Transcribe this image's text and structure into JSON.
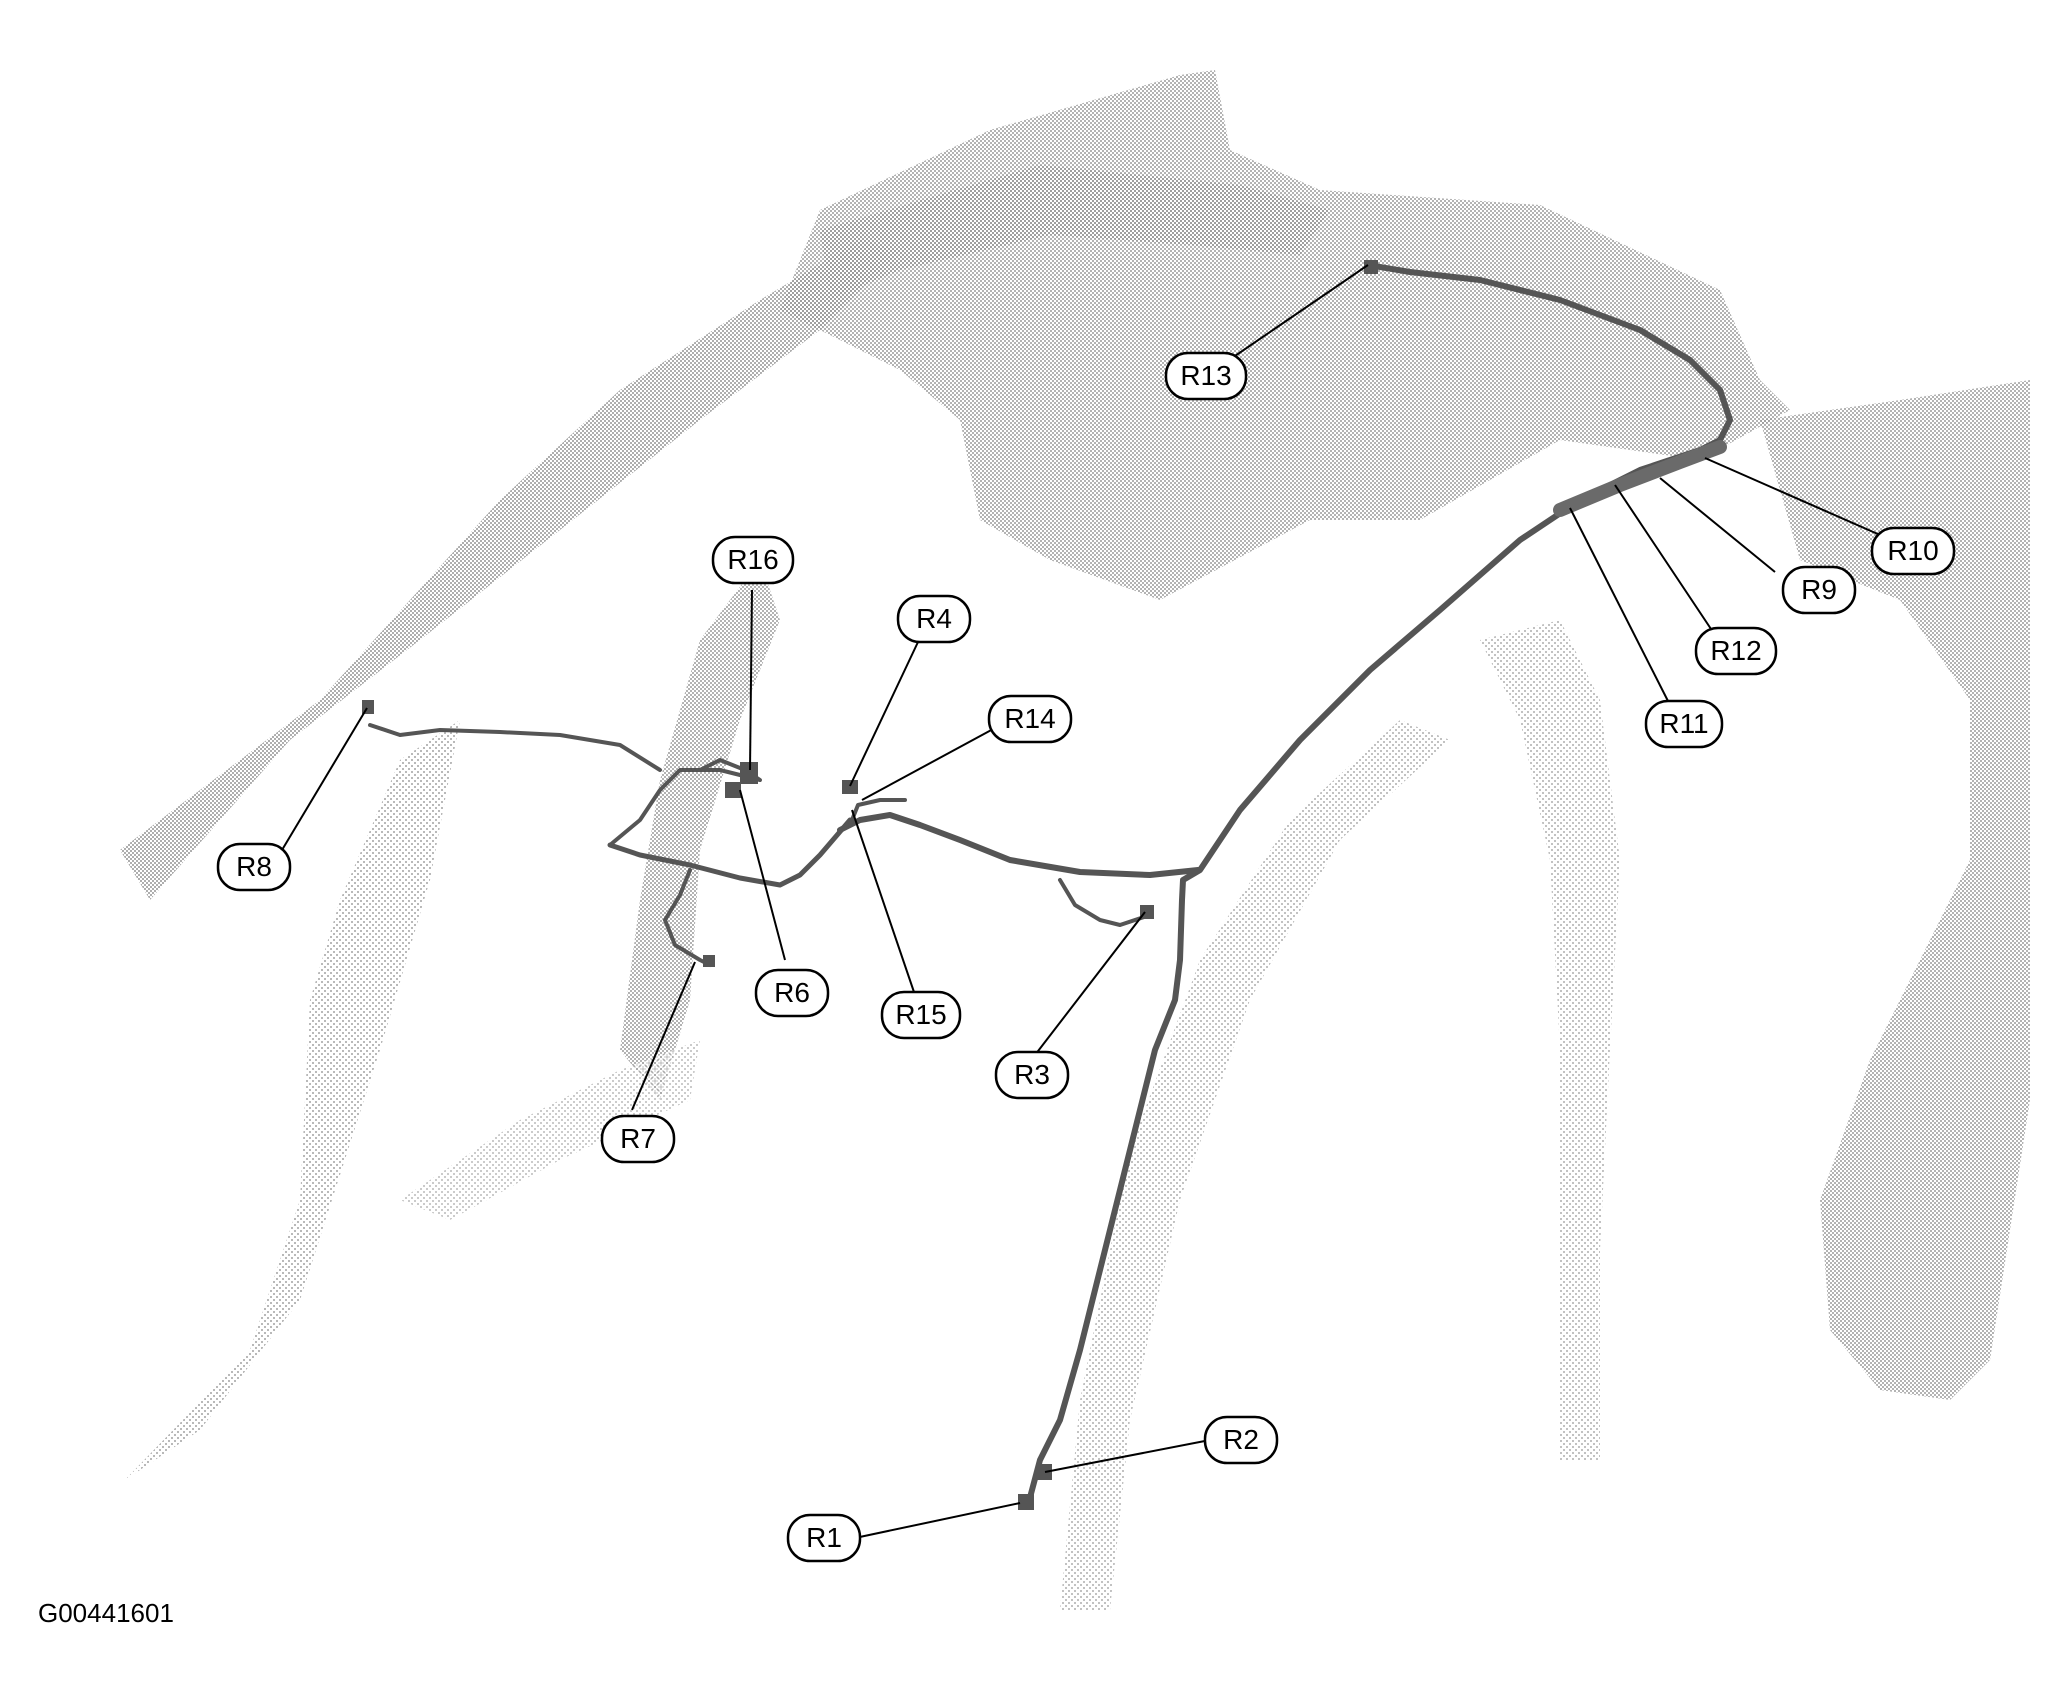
{
  "callouts": [
    {
      "id": "R1",
      "label": "R1"
    },
    {
      "id": "R2",
      "label": "R2"
    },
    {
      "id": "R3",
      "label": "R3"
    },
    {
      "id": "R4",
      "label": "R4"
    },
    {
      "id": "R6",
      "label": "R6"
    },
    {
      "id": "R7",
      "label": "R7"
    },
    {
      "id": "R8",
      "label": "R8"
    },
    {
      "id": "R9",
      "label": "R9"
    },
    {
      "id": "R10",
      "label": "R10"
    },
    {
      "id": "R11",
      "label": "R11"
    },
    {
      "id": "R12",
      "label": "R12"
    },
    {
      "id": "R13",
      "label": "R13"
    },
    {
      "id": "R14",
      "label": "R14"
    },
    {
      "id": "R15",
      "label": "R15"
    },
    {
      "id": "R16",
      "label": "R16"
    }
  ],
  "figure_id": "G00441601",
  "colors": {
    "background": "#ffffff",
    "body_shading": "#b8b8b8",
    "harness": "#555555",
    "leader": "#000000"
  }
}
